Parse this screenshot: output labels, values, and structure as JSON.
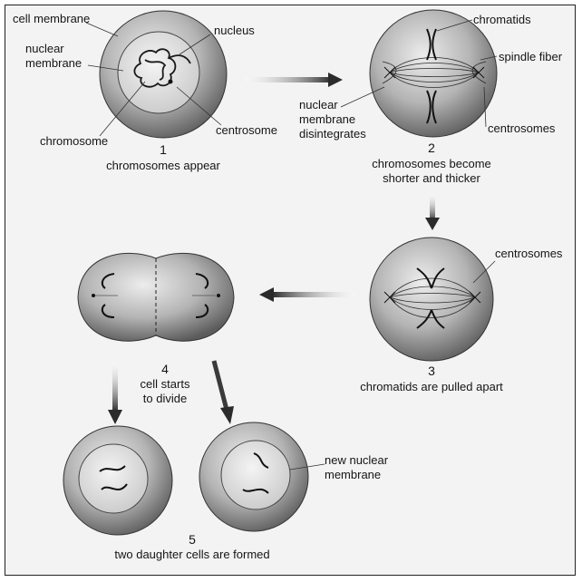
{
  "labels": {
    "cell_membrane": "cell membrane",
    "nucleus": "nucleus",
    "nuclear_membrane_1": "nuclear",
    "nuclear_membrane_2": "membrane",
    "chromosome": "chromosome",
    "centrosome": "centrosome",
    "chromatids": "chromatids",
    "spindle_fiber": "spindle fiber",
    "disintegrates_1": "nuclear",
    "disintegrates_2": "membrane",
    "disintegrates_3": "disintegrates",
    "centrosomes_2": "centrosomes",
    "centrosomes_3": "centrosomes",
    "new_nuclear_1": "new nuclear",
    "new_nuclear_2": "membrane"
  },
  "stages": [
    {
      "number": "1",
      "caption": [
        "chromosomes appear"
      ]
    },
    {
      "number": "2",
      "caption": [
        "chromosomes become",
        "shorter and thicker"
      ]
    },
    {
      "number": "3",
      "caption": [
        "chromatids are pulled apart"
      ]
    },
    {
      "number": "4",
      "caption": [
        "cell starts",
        "to divide"
      ]
    },
    {
      "number": "5",
      "caption": [
        "two daughter cells are formed"
      ]
    }
  ],
  "colors": {
    "cell_light": "#e6e6e6",
    "cell_mid": "#a8a8a8",
    "cell_dark": "#5e5e5e",
    "line": "#2a2a2a"
  }
}
